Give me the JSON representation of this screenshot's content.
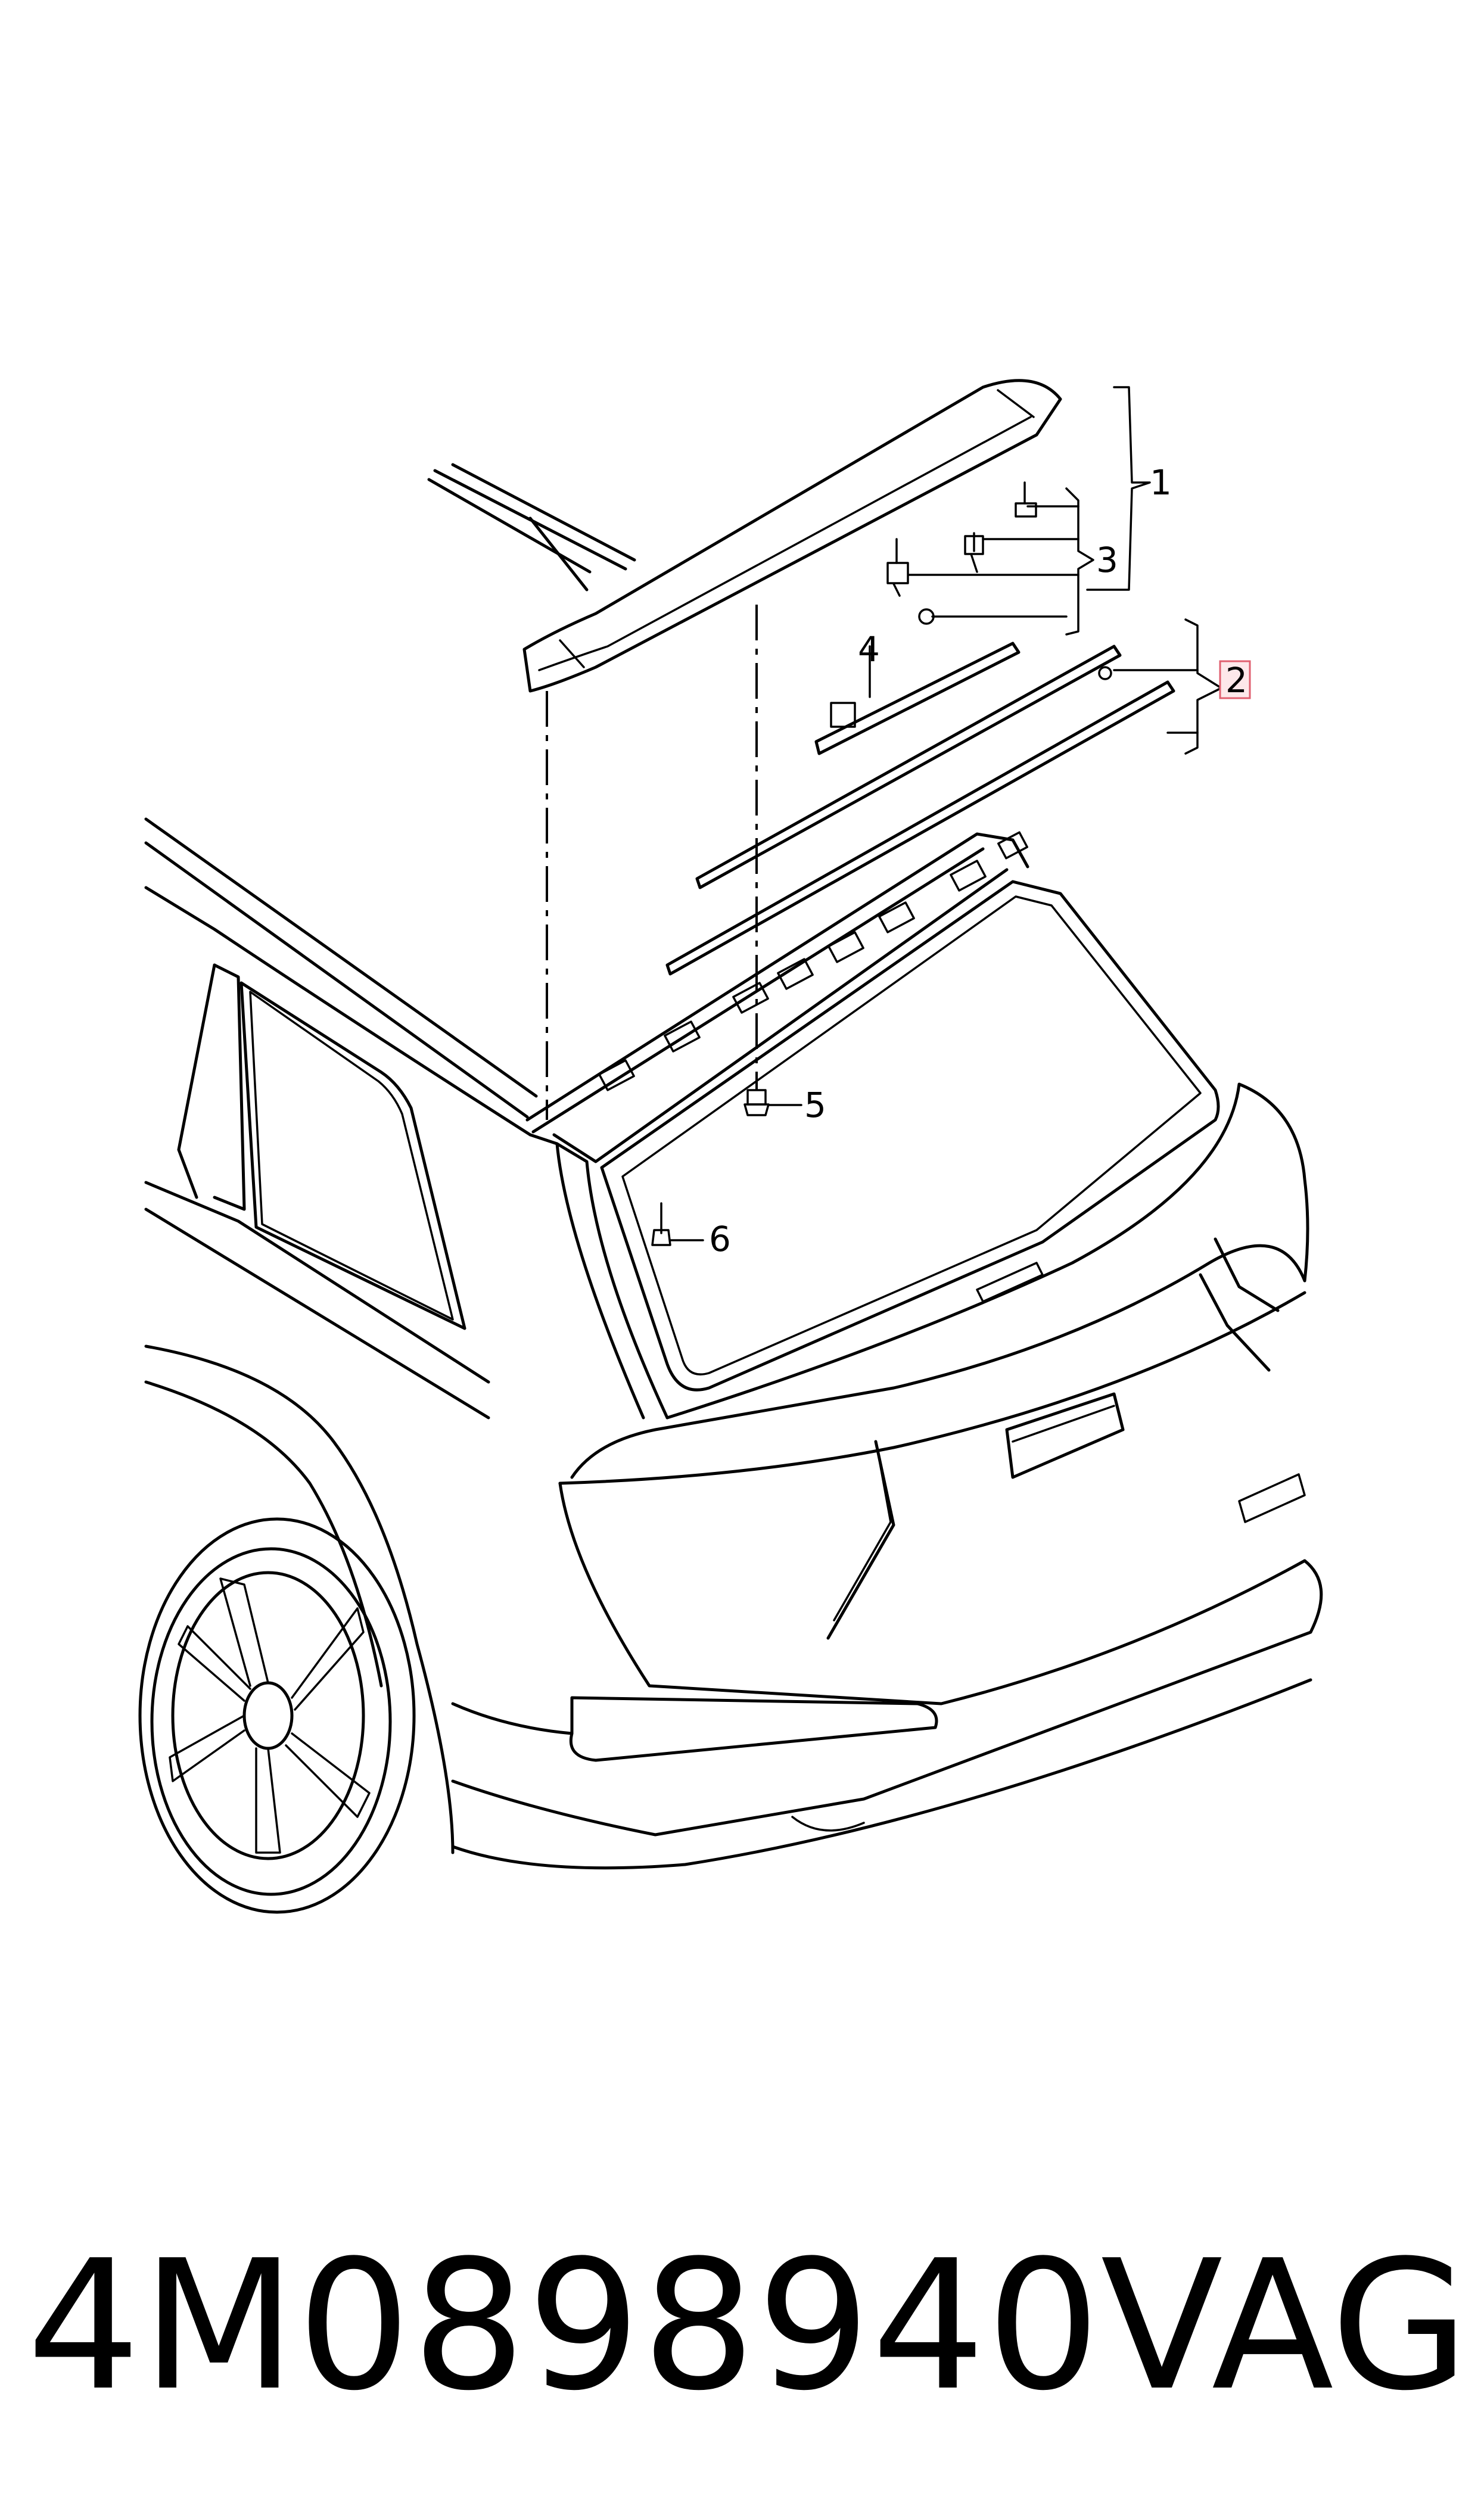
{
  "diagram": {
    "callouts": [
      {
        "id": "1",
        "label": "1",
        "highlighted": false
      },
      {
        "id": "2",
        "label": "2",
        "highlighted": true
      },
      {
        "id": "3",
        "label": "3",
        "highlighted": false
      },
      {
        "id": "4",
        "label": "4",
        "highlighted": false
      },
      {
        "id": "5",
        "label": "5",
        "highlighted": false
      },
      {
        "id": "6",
        "label": "6",
        "highlighted": false
      }
    ],
    "highlight_color": "#e06070",
    "highlight_fill": "#fde8ea"
  },
  "footer": {
    "part_number": "4M0898940",
    "brand": "VAG"
  }
}
